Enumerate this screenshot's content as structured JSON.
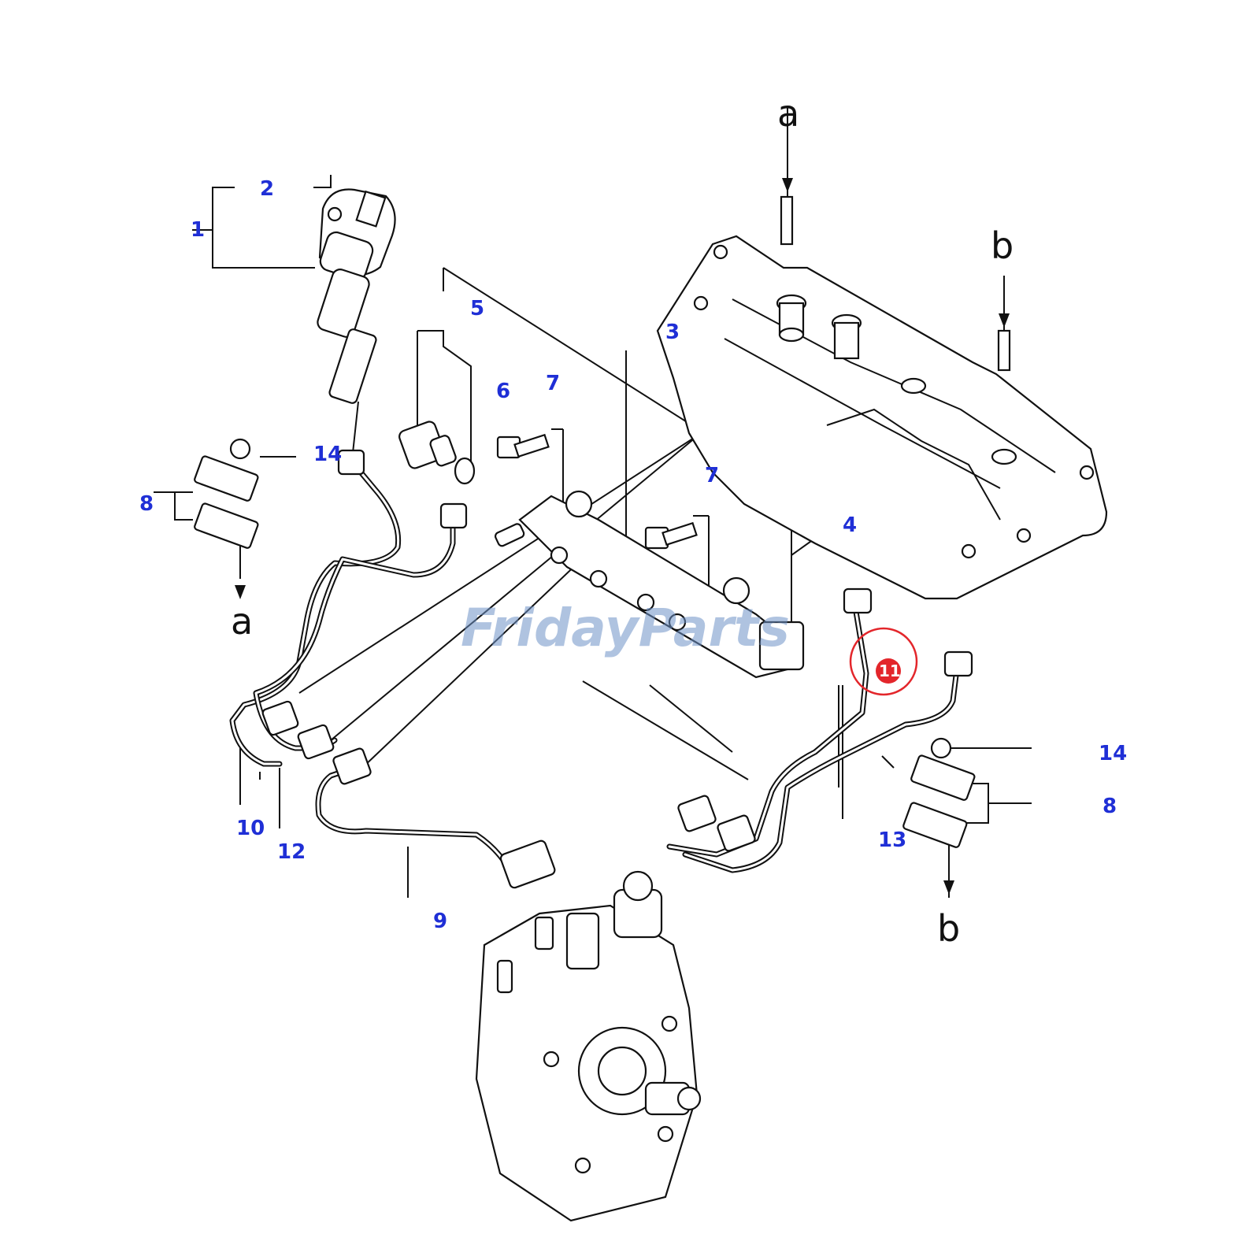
{
  "diagram": {
    "callouts": [
      "1",
      "2",
      "3",
      "4",
      "5",
      "6",
      "7",
      "7",
      "8",
      "8",
      "9",
      "10",
      "11",
      "12",
      "13",
      "14",
      "14"
    ],
    "reference_letters": [
      "a",
      "a",
      "b",
      "b"
    ],
    "highlight": {
      "label": "11",
      "color": "#e3262b"
    },
    "watermark": {
      "text": "FridayParts",
      "color": "#6f93c8",
      "accent": "#f2a640"
    },
    "callout_color": "#1f2fd6"
  }
}
